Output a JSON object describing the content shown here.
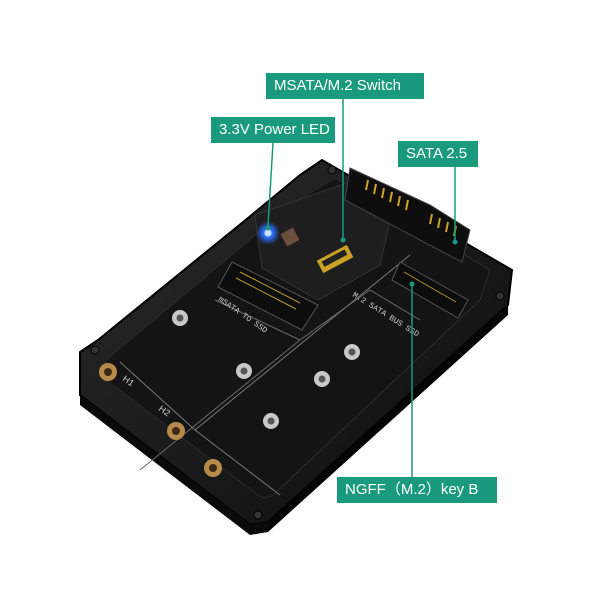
{
  "callouts": {
    "switch": "MSATA/M.2  Switch",
    "led": "3.3V Power LED",
    "sata": "SATA 2.5",
    "ngff": "NGFF（M.2）key B"
  },
  "board_print": {
    "msata_slot": "mSATA TO SSD",
    "m2_slot": "M.2 SATA BUS SSD",
    "hole_h1": "H1",
    "hole_h2": "H2"
  },
  "colors": {
    "callout_bg": "#1a9a7c",
    "callout_text": "#ffffff",
    "enclosure": "#151515",
    "led": "#2a6bff"
  }
}
